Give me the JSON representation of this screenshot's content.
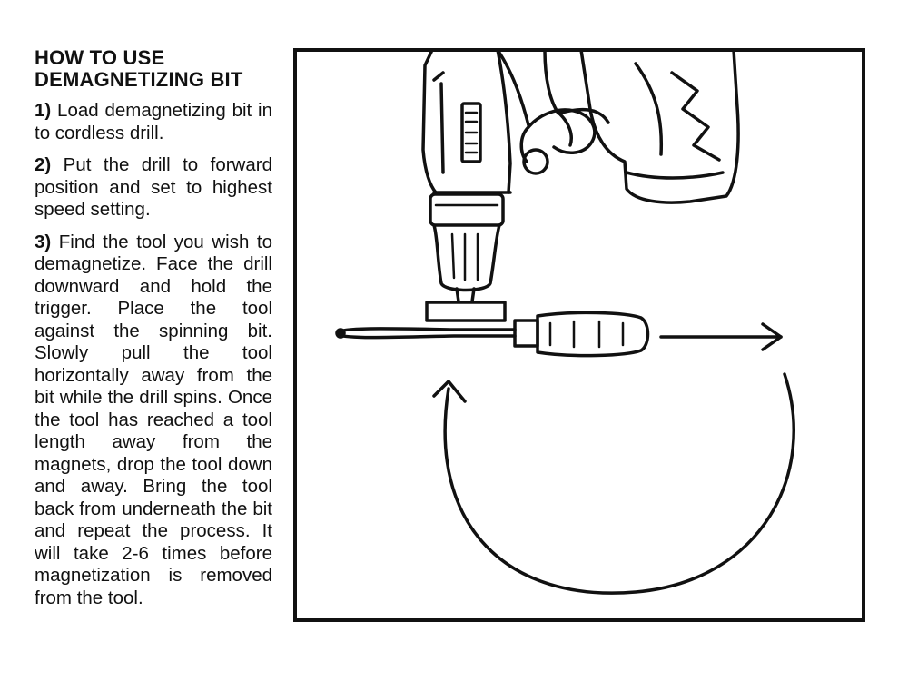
{
  "instructions": {
    "title_line1": "HOW TO USE",
    "title_line2": "DEMAGNETIZING BIT",
    "steps": [
      {
        "number": "1)",
        "text": "Load demagnetizing bit in to cordless drill."
      },
      {
        "number": "2)",
        "text": "Put the drill to forward position and set to highest speed setting."
      },
      {
        "number": "3)",
        "text": "Find the tool you wish to demagnetize. Face the drill downward and hold the trigger. Place the tool against the spinning bit. Slowly pull the tool horizontally away from the bit while the drill spins. Once the tool has reached a tool length away from the magnets, drop the tool down and away. Bring the tool back from underneath the bit and repeat the process. It will take 2-6 times before magnetization is removed from the tool."
      }
    ]
  },
  "illustration": {
    "depicts": [
      "cordless-drill",
      "demagnetizing-bit",
      "screwdriver",
      "pull-direction-arrow",
      "return-loop-arrow"
    ],
    "line_color": "#111111",
    "background_color": "#ffffff"
  }
}
